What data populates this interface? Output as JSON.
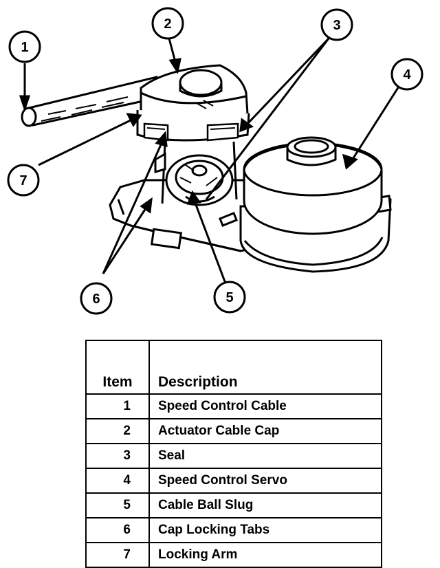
{
  "callouts": {
    "c1": "1",
    "c2": "2",
    "c3": "3",
    "c4": "4",
    "c5": "5",
    "c6": "6",
    "c7": "7"
  },
  "table": {
    "header_item": "Item",
    "header_description": "Description",
    "rows": [
      {
        "item": "1",
        "description": "Speed Control Cable"
      },
      {
        "item": "2",
        "description": "Actuator Cable Cap"
      },
      {
        "item": "3",
        "description": "Seal"
      },
      {
        "item": "4",
        "description": "Speed Control Servo"
      },
      {
        "item": "5",
        "description": "Cable Ball Slug"
      },
      {
        "item": "6",
        "description": "Cap Locking Tabs"
      },
      {
        "item": "7",
        "description": "Locking Arm"
      }
    ]
  }
}
